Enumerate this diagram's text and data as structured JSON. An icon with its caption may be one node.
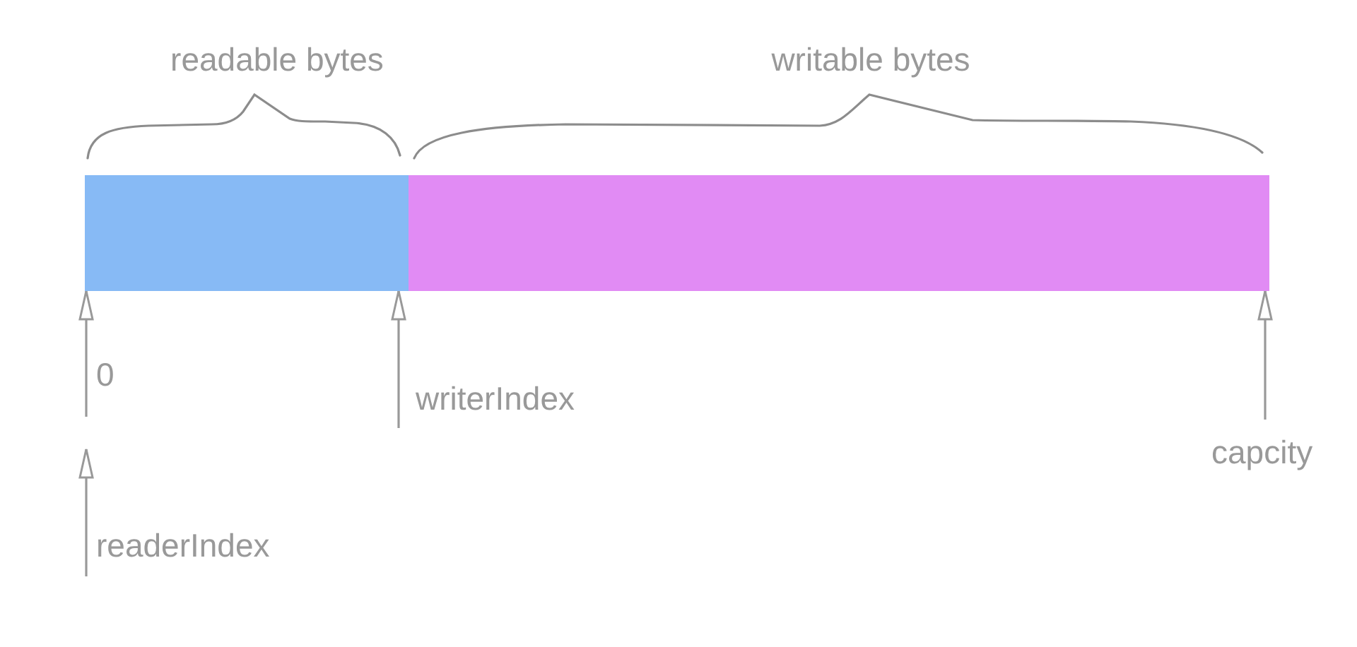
{
  "diagram": {
    "nodes": [
      {
        "text": [
          "readable bytes"
        ]
      },
      {
        "text": [
          "writable bytes"
        ]
      },
      {
        "text": [
          "0"
        ]
      },
      {
        "text": [
          "readerIndex"
        ]
      },
      {
        "text": [
          "writerIndex"
        ]
      },
      {
        "text": [
          "capcity"
        ]
      }
    ],
    "edges": [
      {
        "from": 2,
        "to": 0,
        "arrow": "to"
      },
      {
        "from": 3,
        "to": null,
        "arrow": "to"
      },
      {
        "from": 4,
        "to": 0,
        "arrow": "to"
      },
      {
        "from": 5,
        "to": 1,
        "arrow": "to"
      }
    ]
  }
}
